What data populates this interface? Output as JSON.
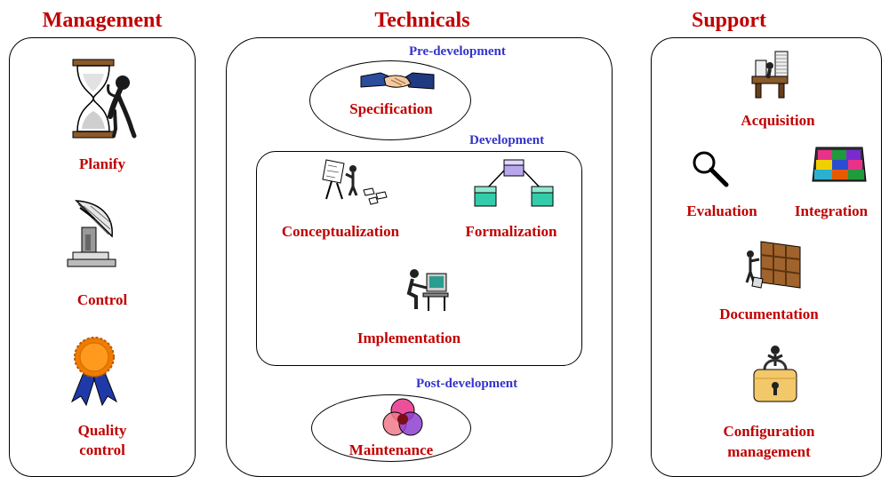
{
  "columns": {
    "management": {
      "title": "Management",
      "items": {
        "planify": "Planify",
        "control": "Control",
        "quality": [
          "Quality",
          "control"
        ]
      }
    },
    "technicals": {
      "title": "Technicals",
      "pre_development": {
        "label": "Pre-development",
        "item": "Specification"
      },
      "development": {
        "label": "Development",
        "items": {
          "conceptualization": "Conceptualization",
          "formalization": "Formalization",
          "implementation": "Implementation"
        }
      },
      "post_development": {
        "label": "Post-development",
        "item": "Maintenance"
      }
    },
    "support": {
      "title": "Support",
      "items": {
        "acquisition": "Acquisition",
        "evaluation": "Evaluation",
        "integration": "Integration",
        "documentation": "Documentation",
        "configuration": [
          "Configuration",
          "management"
        ]
      }
    }
  },
  "colors": {
    "label_red": "#c00000",
    "phase_blue": "#3333cc",
    "box_teal": "#33ccaa",
    "box_lilac": "#b9a7ee"
  },
  "icons": [
    "hourglass-icon",
    "satellite-dish-icon",
    "ribbon-award-icon",
    "handshake-icon",
    "easel-icon",
    "flow-chart-icon",
    "computer-user-icon",
    "venn-circles-icon",
    "desk-papers-icon",
    "magnifier-icon",
    "puzzle-icon",
    "bookshelf-icon",
    "padlock-icon"
  ]
}
